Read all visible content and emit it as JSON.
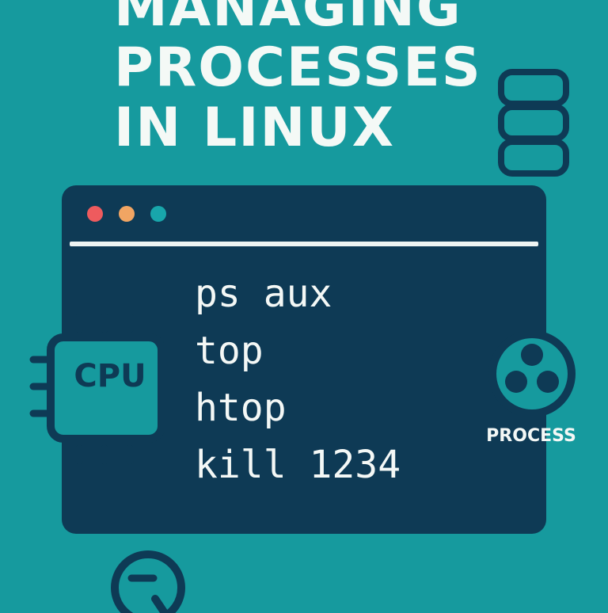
{
  "title": {
    "line1": "MANAGING",
    "line2": "PROCESSES",
    "line3": "IN LINUX"
  },
  "terminal": {
    "window_dots": [
      "red",
      "orange",
      "teal"
    ],
    "commands": [
      "ps aux",
      "top",
      "htop",
      "kill 1234"
    ]
  },
  "cpu": {
    "label": "CPU"
  },
  "process": {
    "label": "PROCESS"
  },
  "icons": {
    "database": "database-icon",
    "cpu": "cpu-chip-icon",
    "process": "process-icon",
    "search": "search-icon"
  },
  "colors": {
    "background": "#169a9e",
    "terminal": "#0e3a55",
    "text_light": "#f4f9f6",
    "dot_red": "#ee5b5e",
    "dot_orange": "#f1a563",
    "dot_teal": "#18a6ab"
  }
}
